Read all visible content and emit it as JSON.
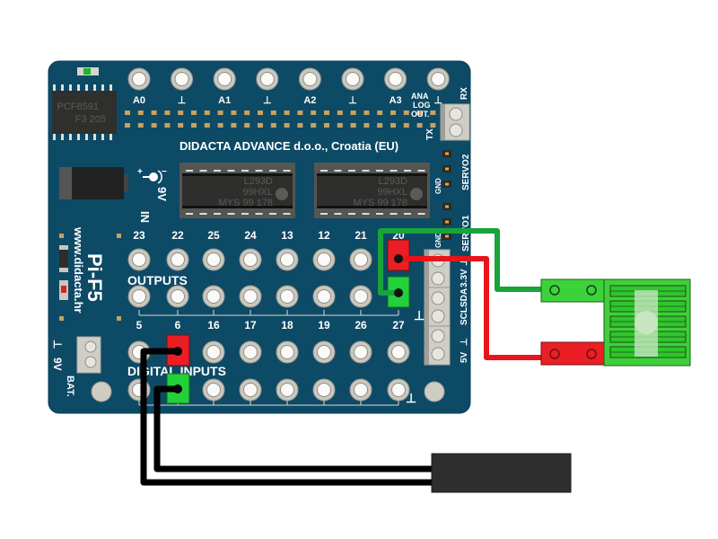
{
  "board": {
    "name": "Pi-F5",
    "website": "www.didacta.hr",
    "manufacturer": "DIDACTA  ADVANCE d.o.o., Croatia (EU)",
    "colors": {
      "pcb": "#0d4a66",
      "pad": "#d9d6cf",
      "wire_red": "#e8141b",
      "wire_green": "#17a43a",
      "wire_black": "#000000",
      "jumper_red": "#ea1e24",
      "jumper_green": "#22d13a",
      "sensor": "#3fcf3a",
      "probe": "#2e2e2e"
    },
    "adc_chip": {
      "line1": "PCF8591",
      "line2": "F3 205"
    },
    "driver_chips": [
      {
        "line1": "L293D",
        "line2": "99HXL",
        "line3": "MYS  99 178"
      },
      {
        "line1": "L293D",
        "line2": "99HXL",
        "line3": "MYS  99 178"
      }
    ],
    "analog_pins": [
      "A0",
      "⊥",
      "A1",
      "⊥",
      "A2",
      "⊥",
      "A3",
      "⊥"
    ],
    "analog_out_label": [
      "ANA",
      "LOG",
      "OUT."
    ],
    "uart": {
      "rx": "RX",
      "tx": "TX"
    },
    "power_in": {
      "label_in": "IN",
      "label_v": "9V",
      "plus": "+",
      "minus": "−"
    },
    "servo": {
      "servo2": "SERVO2",
      "servo1": "SERVO1",
      "gnd1": "GND",
      "gnd2": "GND"
    },
    "i2c_terminal": [
      "⊥",
      "3.3V",
      "SDA",
      "SCL",
      "⊥",
      "5V"
    ],
    "outputs": {
      "title": "OUTPUTS",
      "top_row": [
        "23",
        "22",
        "25",
        "24",
        "13",
        "12",
        "21",
        "20"
      ],
      "bottom_row": [
        "5",
        "6",
        "16",
        "17",
        "18",
        "19",
        "26",
        "27"
      ],
      "ground": "⊥"
    },
    "inputs": {
      "title": "DIGITAL INPUTS",
      "top_row": [
        "5",
        "6",
        "16",
        "17",
        "18",
        "19",
        "26",
        "27"
      ],
      "ground": "⊥"
    },
    "battery": {
      "gnd": "⊥",
      "voltage": "9V",
      "label": "BAT."
    }
  },
  "connections": [
    {
      "from": "output-20",
      "to": "sensor-red-terminal",
      "wire": "red"
    },
    {
      "from": "output-27",
      "to": "sensor-green-terminal",
      "wire": "green"
    },
    {
      "from": "input-6-top",
      "to": "probe",
      "wire": "black"
    },
    {
      "from": "input-6-bottom",
      "to": "probe",
      "wire": "black"
    }
  ]
}
